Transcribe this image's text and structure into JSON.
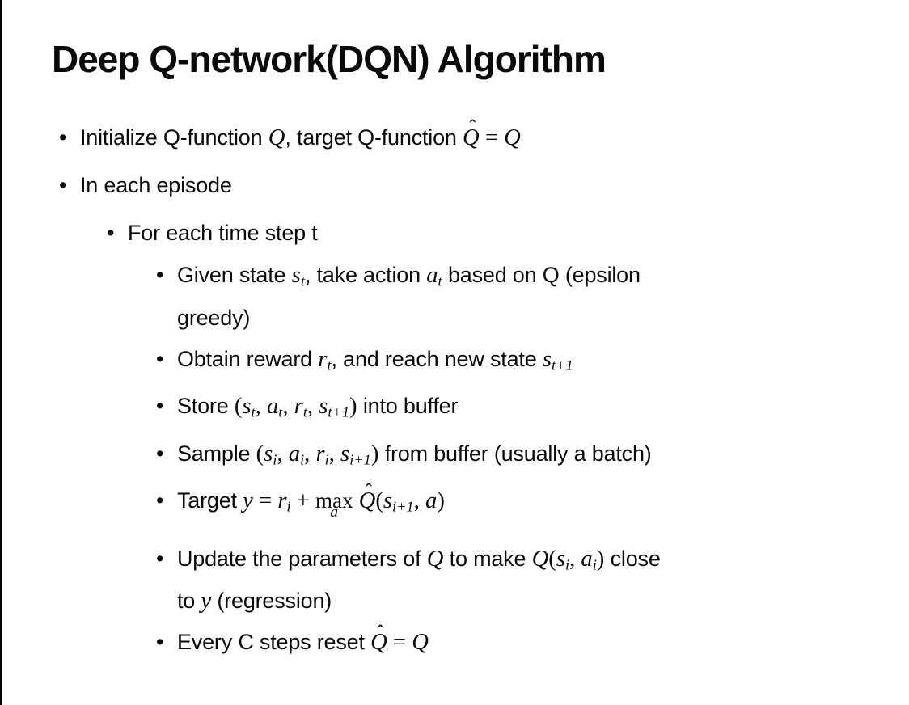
{
  "colors": {
    "background": "#ffffff",
    "text": "#0a0a0a",
    "border": "#000000"
  },
  "meta": {
    "bullet_char": "•",
    "hat_char": "ˆ"
  },
  "slide": {
    "title": "Deep Q-network(DQN) Algorithm",
    "bullets": [
      {
        "level": 1,
        "segments": [
          {
            "t": "x",
            "v": "Initialize Q-function "
          },
          {
            "t": "m",
            "v": "Q"
          },
          {
            "t": "x",
            "v": ", target Q-function "
          },
          {
            "t": "hat",
            "v": "Q"
          },
          {
            "t": "mr",
            "v": " = "
          },
          {
            "t": "m",
            "v": "Q"
          }
        ]
      },
      {
        "level": 1,
        "segments": [
          {
            "t": "x",
            "v": "In each episode"
          }
        ]
      },
      {
        "level": 2,
        "segments": [
          {
            "t": "x",
            "v": "For each time step t"
          }
        ]
      },
      {
        "level": 3,
        "segments": [
          {
            "t": "x",
            "v": "Given state "
          },
          {
            "t": "m",
            "v": "s"
          },
          {
            "t": "sub",
            "v": "t"
          },
          {
            "t": "x",
            "v": ", take action "
          },
          {
            "t": "m",
            "v": "a"
          },
          {
            "t": "sub",
            "v": "t"
          },
          {
            "t": "x",
            "v": " based on Q (epsilon"
          },
          {
            "t": "br"
          },
          {
            "t": "x",
            "v": "greedy)"
          }
        ]
      },
      {
        "level": 3,
        "segments": [
          {
            "t": "x",
            "v": "Obtain reward "
          },
          {
            "t": "m",
            "v": "r"
          },
          {
            "t": "sub",
            "v": "t"
          },
          {
            "t": "x",
            "v": ", and reach new state "
          },
          {
            "t": "m",
            "v": "s"
          },
          {
            "t": "sub",
            "v": "t+1"
          }
        ]
      },
      {
        "level": 3,
        "segments": [
          {
            "t": "x",
            "v": "Store "
          },
          {
            "t": "mr",
            "v": "("
          },
          {
            "t": "m",
            "v": "s"
          },
          {
            "t": "sub",
            "v": "t"
          },
          {
            "t": "mr",
            "v": ", "
          },
          {
            "t": "m",
            "v": "a"
          },
          {
            "t": "sub",
            "v": "t"
          },
          {
            "t": "mr",
            "v": ", "
          },
          {
            "t": "m",
            "v": "r"
          },
          {
            "t": "sub",
            "v": "t"
          },
          {
            "t": "mr",
            "v": ", "
          },
          {
            "t": "m",
            "v": "s"
          },
          {
            "t": "sub",
            "v": "t+1"
          },
          {
            "t": "mr",
            "v": ")"
          },
          {
            "t": "x",
            "v": " into buffer"
          }
        ]
      },
      {
        "level": 3,
        "segments": [
          {
            "t": "x",
            "v": "Sample "
          },
          {
            "t": "mr",
            "v": "("
          },
          {
            "t": "m",
            "v": "s"
          },
          {
            "t": "sub",
            "v": "i"
          },
          {
            "t": "mr",
            "v": ", "
          },
          {
            "t": "m",
            "v": "a"
          },
          {
            "t": "sub",
            "v": "i"
          },
          {
            "t": "mr",
            "v": ", "
          },
          {
            "t": "m",
            "v": "r"
          },
          {
            "t": "sub",
            "v": "i"
          },
          {
            "t": "mr",
            "v": ", "
          },
          {
            "t": "m",
            "v": "s"
          },
          {
            "t": "sub",
            "v": "i+1"
          },
          {
            "t": "mr",
            "v": ")"
          },
          {
            "t": "x",
            "v": " from buffer (usually a batch)"
          }
        ]
      },
      {
        "level": 3,
        "extra_class": "target-line",
        "segments": [
          {
            "t": "x",
            "v": "Target "
          },
          {
            "t": "m",
            "v": "y"
          },
          {
            "t": "mr",
            "v": " = "
          },
          {
            "t": "m",
            "v": "r"
          },
          {
            "t": "sub",
            "v": "i"
          },
          {
            "t": "mr",
            "v": " + "
          },
          {
            "t": "munder",
            "v": "max",
            "u": "a"
          },
          {
            "t": "mr",
            "v": " "
          },
          {
            "t": "hat",
            "v": "Q"
          },
          {
            "t": "mr",
            "v": "("
          },
          {
            "t": "m",
            "v": "s"
          },
          {
            "t": "sub",
            "v": "i+1"
          },
          {
            "t": "mr",
            "v": ", "
          },
          {
            "t": "m",
            "v": "a"
          },
          {
            "t": "mr",
            "v": ")"
          }
        ]
      },
      {
        "level": 3,
        "segments": [
          {
            "t": "x",
            "v": "Update the parameters of "
          },
          {
            "t": "m",
            "v": "Q"
          },
          {
            "t": "x",
            "v": " to make "
          },
          {
            "t": "m",
            "v": "Q"
          },
          {
            "t": "mr",
            "v": "("
          },
          {
            "t": "m",
            "v": "s"
          },
          {
            "t": "sub",
            "v": "i"
          },
          {
            "t": "mr",
            "v": ", "
          },
          {
            "t": "m",
            "v": "a"
          },
          {
            "t": "sub",
            "v": "i"
          },
          {
            "t": "mr",
            "v": ")"
          },
          {
            "t": "x",
            "v": " close"
          },
          {
            "t": "br"
          },
          {
            "t": "x",
            "v": "to "
          },
          {
            "t": "m",
            "v": "y"
          },
          {
            "t": "x",
            "v": " (regression)"
          }
        ]
      },
      {
        "level": 3,
        "segments": [
          {
            "t": "x",
            "v": "Every C steps reset "
          },
          {
            "t": "hat",
            "v": "Q"
          },
          {
            "t": "mr",
            "v": " = "
          },
          {
            "t": "m",
            "v": "Q"
          }
        ]
      }
    ]
  }
}
